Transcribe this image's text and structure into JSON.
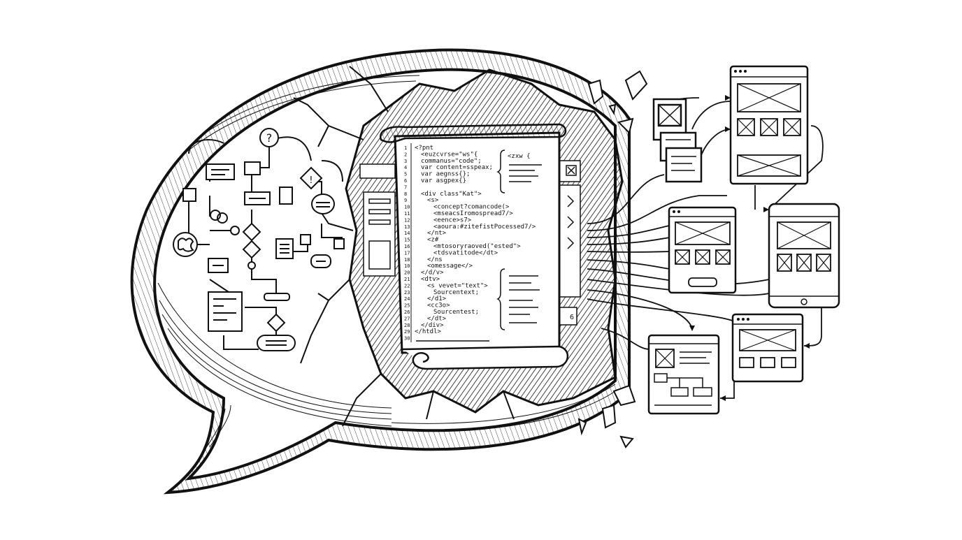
{
  "colors": {
    "ink": "#111111",
    "paper": "#ffffff",
    "dark": "#1a1a1a"
  },
  "code": {
    "line_numbers": [
      "1",
      "2",
      "3",
      "4",
      "5",
      "6",
      "7",
      "8",
      "9",
      "10",
      "11",
      "12",
      "13",
      "14",
      "15",
      "16",
      "17",
      "18",
      "10",
      "20",
      "21",
      "22",
      "23",
      "24",
      "25",
      "26",
      "27",
      "28",
      "29",
      "30"
    ],
    "lines": [
      "<?pnt",
      "<euzcvrse=\"ws\"{",
      "commanus=\"code\";",
      "var content=sspeax;",
      "var aegnss{};",
      "var asgpex{}",
      "<div class\"Kat\">",
      "<s>",
      "<concept?comancode(>",
      "<mseacsIromospread7/>",
      "<eence>s7>",
      "<aoura:#zitefistPocessed7/>",
      "</nt>",
      "<z#",
      "<mtosoryraoved(\"ested\">",
      "<tdsvatitode</dt>",
      "</ns",
      "<omessage</>",
      "</d/v>",
      "<dtv>",
      "<s vevet=\"text\">",
      "Sourcentext;",
      "</d1>",
      "<cc3o>",
      "Sourcentest;",
      "</dt>",
      "</div>",
      "</htdl>"
    ],
    "inset_label": "<zxw {",
    "side_digit": "6"
  },
  "icons": {
    "question": "question-icon",
    "exclamation": "warning-icon",
    "brain": "brain-icon",
    "link": "link-icon",
    "close": "close-icon"
  }
}
